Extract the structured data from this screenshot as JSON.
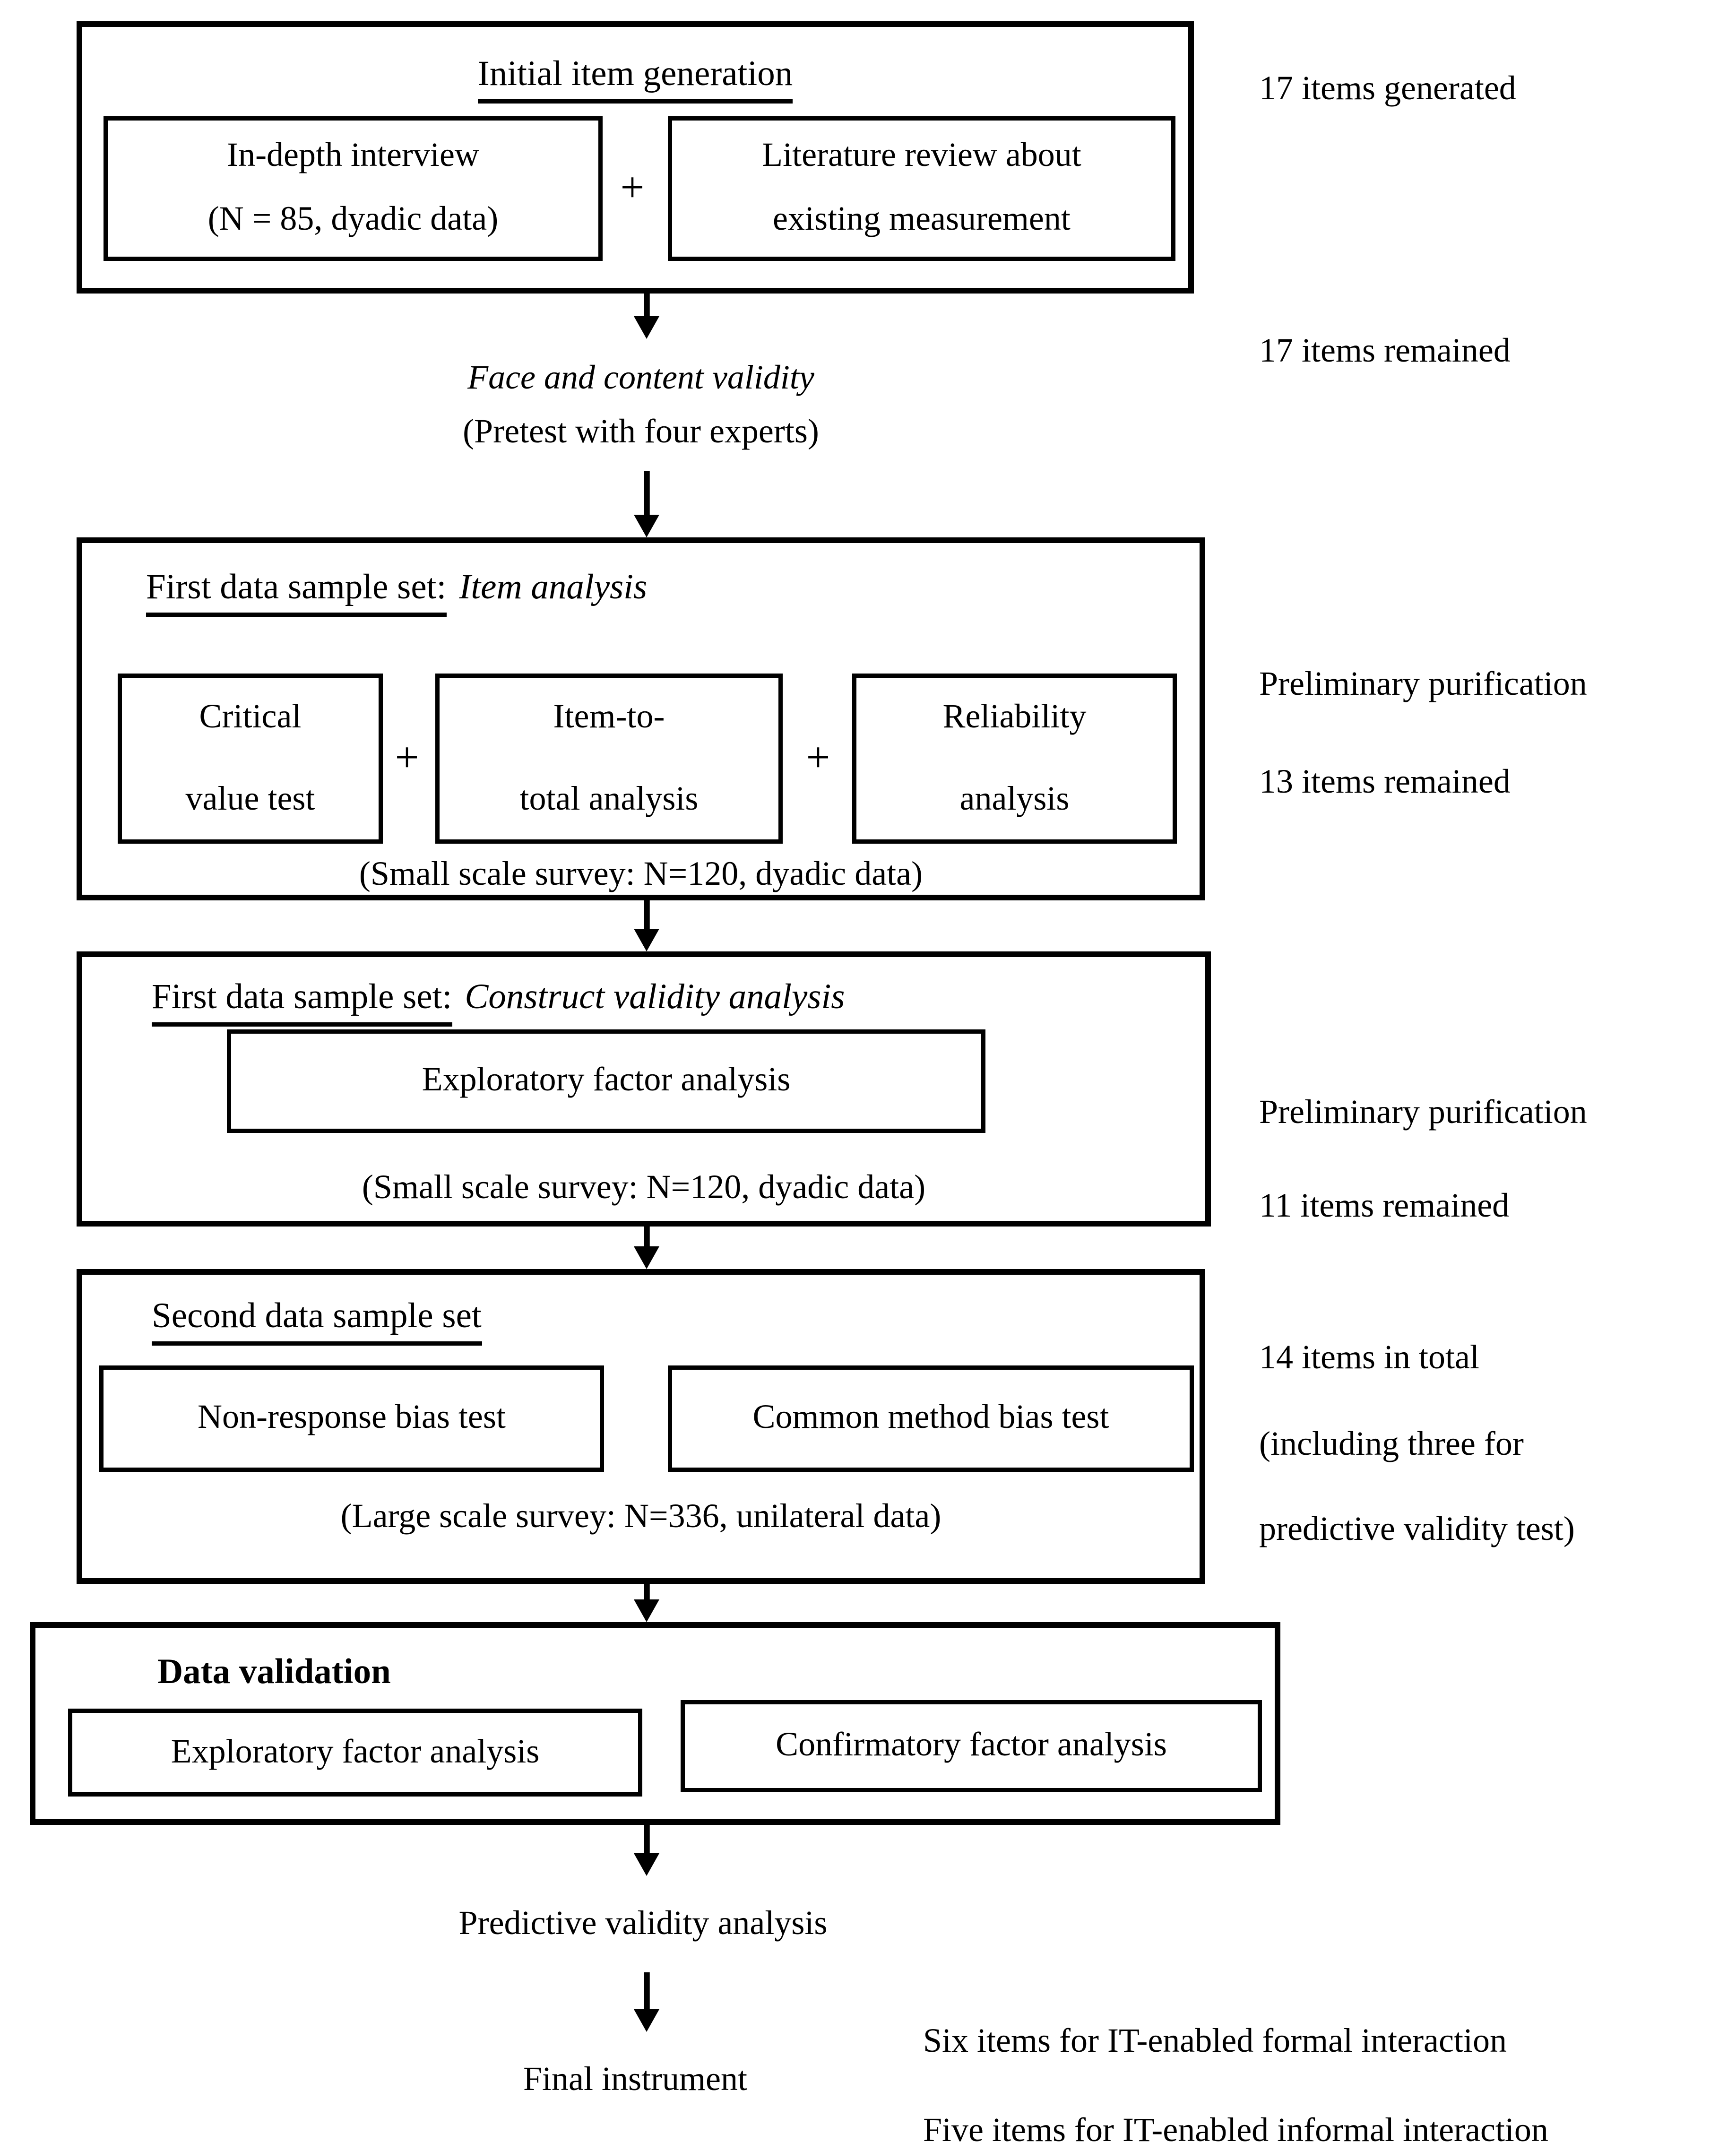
{
  "box1": {
    "title": "Initial item generation",
    "left_line1": "In-depth interview",
    "left_line2": "(N = 85, dyadic data)",
    "plus": "+",
    "right_line1": "Literature review about",
    "right_line2": "existing measurement"
  },
  "note1": "17 items generated",
  "box2": {
    "line1": "Face and content validity",
    "line2": "(Pretest with four experts)"
  },
  "note2": "17 items remained",
  "box3": {
    "title_main": "First data sample set:",
    "title_em": "Item analysis",
    "sub1_line1": "Critical",
    "sub1_line2": "value test",
    "plus1": "+",
    "sub2_line1": "Item-to-",
    "sub2_line2": "total analysis",
    "plus2": "+",
    "sub3_line1": "Reliability",
    "sub3_line2": "analysis",
    "caption": "(Small scale survey: N=120, dyadic data)"
  },
  "note3a": "Preliminary purification",
  "note3b": "13 items remained",
  "box4": {
    "title_main": "First data sample set:",
    "title_em": "Construct validity analysis",
    "sub1": "Exploratory factor analysis",
    "caption": "(Small scale survey: N=120, dyadic data)"
  },
  "note4a": "Preliminary purification",
  "note4b": "11 items remained",
  "box5": {
    "title": "Second data sample set",
    "sub1": "Non-response bias test",
    "sub2": "Common method bias test",
    "caption": "(Large scale survey: N=336, unilateral data)"
  },
  "note5a": "14 items in total",
  "note5b": "(including three for",
  "note5c": "predictive validity test)",
  "box6": {
    "title": "Data validation",
    "sub1": "Exploratory factor analysis",
    "sub2": "Confirmatory factor analysis"
  },
  "box7": {
    "title": "Predictive validity analysis"
  },
  "box8": {
    "title": "Final instrument"
  },
  "note8a": "Six items for IT-enabled formal interaction",
  "note8b": "Five items for IT-enabled informal interaction",
  "colors": {
    "ink": "#000000",
    "background": "#ffffff"
  }
}
